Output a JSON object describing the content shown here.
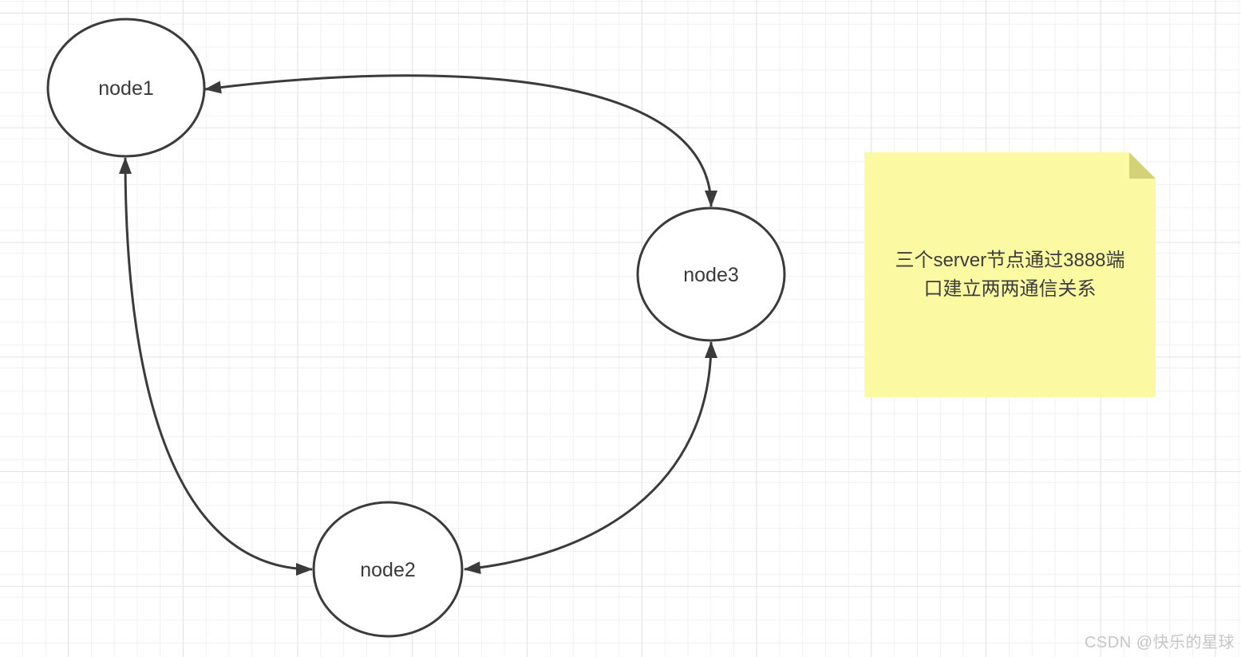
{
  "diagram": {
    "stroke_color": "#3b3b3b",
    "node_fill": "#ffffff",
    "nodes": [
      {
        "id": "node1",
        "label": "node1"
      },
      {
        "id": "node2",
        "label": "node2"
      },
      {
        "id": "node3",
        "label": "node3"
      }
    ],
    "edges": [
      {
        "from": "node3",
        "to": "node1",
        "style": "curved",
        "arrows": "both"
      },
      {
        "from": "node1",
        "to": "node2",
        "style": "curved",
        "arrows": "both"
      },
      {
        "from": "node2",
        "to": "node3",
        "style": "curved",
        "arrows": "both"
      }
    ]
  },
  "note": {
    "text": "三个server节点通过3888端口建立两两通信关系",
    "line1": "三个server节点通过3888端",
    "line2": "口建立两两通信关系",
    "background_color": "#fbfaa2",
    "fold_color": "#d4d278",
    "text_color": "#3d3d3d"
  },
  "watermark": {
    "text": "CSDN @快乐的星球",
    "color": "#c6c6c6"
  }
}
